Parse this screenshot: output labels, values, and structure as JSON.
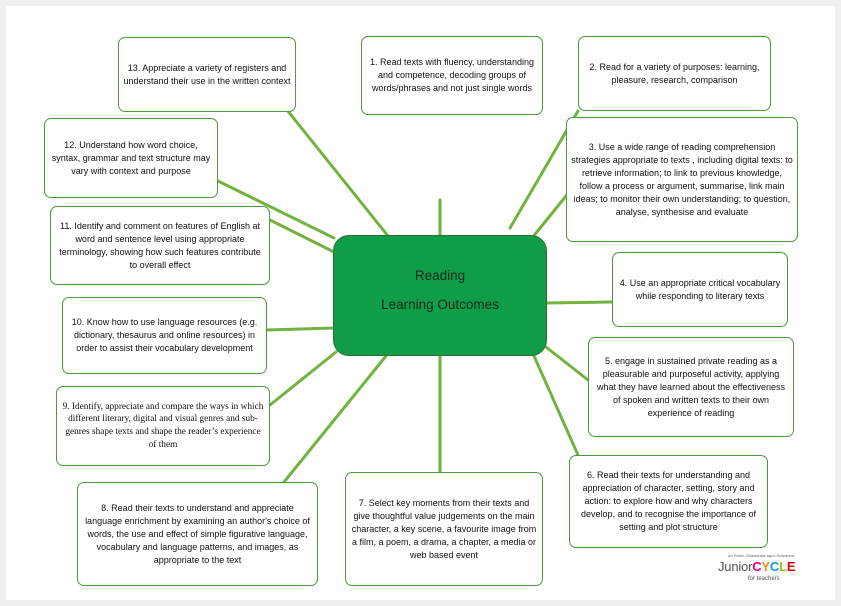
{
  "center": {
    "line1": "Reading",
    "line2": "Learning Outcomes"
  },
  "outcomes": {
    "o1": "1. Read texts with fluency, understanding and competence, decoding groups of words/phrases and not just single words",
    "o2": "2. Read for a variety of purposes: learning, pleasure, research, comparison",
    "o3": "3. Use a wide range of reading comprehension strategies appropriate to texts , including digital texts: to retrieve information; to link to previous knowledge, follow a process or argument, summarise, link main ideas; to monitor their own understanding; to question, analyse, synthesise and evaluate",
    "o4": "4. Use an appropriate critical vocabulary while responding to literary texts",
    "o5": "5. engage in sustained private reading as a pleasurable and purposeful activity, applying what they have learned about the effectiveness of spoken and written texts to their own experience of reading",
    "o6": "6. Read their texts for understanding and appreciation of character, setting, story and action: to explore how and why characters develop, and to recognise the importance of setting and plot structure",
    "o7": "7. Select key moments from their texts and give thoughtful value judgements on the main character, a key scene, a favourite image from a film, a poem, a drama, a chapter, a media or web based event",
    "o8": "8. Read their texts to understand and appreciate language enrichment by examining an author's choice of words, the use and effect of simple figurative language, vocabulary and language patterns, and images, as appropriate to the text",
    "o9": "9. Identify, appreciate and compare the ways in which different literary, digital and visual genres and sub-genres shape texts and shape the reader’s experience of them",
    "o10": "10. Know how to use language resources (e.g. dictionary, thesaurus and online resources) in order to assist their vocabulary development",
    "o11": "11. Identify and comment on features of English at word and sentence level using appropriate terminology, showing how such features contribute to overall effect",
    "o12": "12. Understand how word choice, syntax, grammar and text structure may vary with context and purpose",
    "o13": "13. Appreciate a variety of registers and understand their use in the written context"
  },
  "logo": {
    "tagline": "An Roinn Oideachais agus Scileanna",
    "word1": "Junior",
    "c1": "C",
    "c2": "Y",
    "c3": "C",
    "c4": "L",
    "c5": "E",
    "sub": "for teachers"
  },
  "colors": {
    "center_fill": "#0f9d47",
    "connector": "#73b23f",
    "box_border": "#4a9a3a",
    "logo_c": "#e5007d",
    "logo_y": "#f39200",
    "logo_c2": "#009fe3",
    "logo_l": "#95c11f",
    "logo_e": "#e30613"
  }
}
